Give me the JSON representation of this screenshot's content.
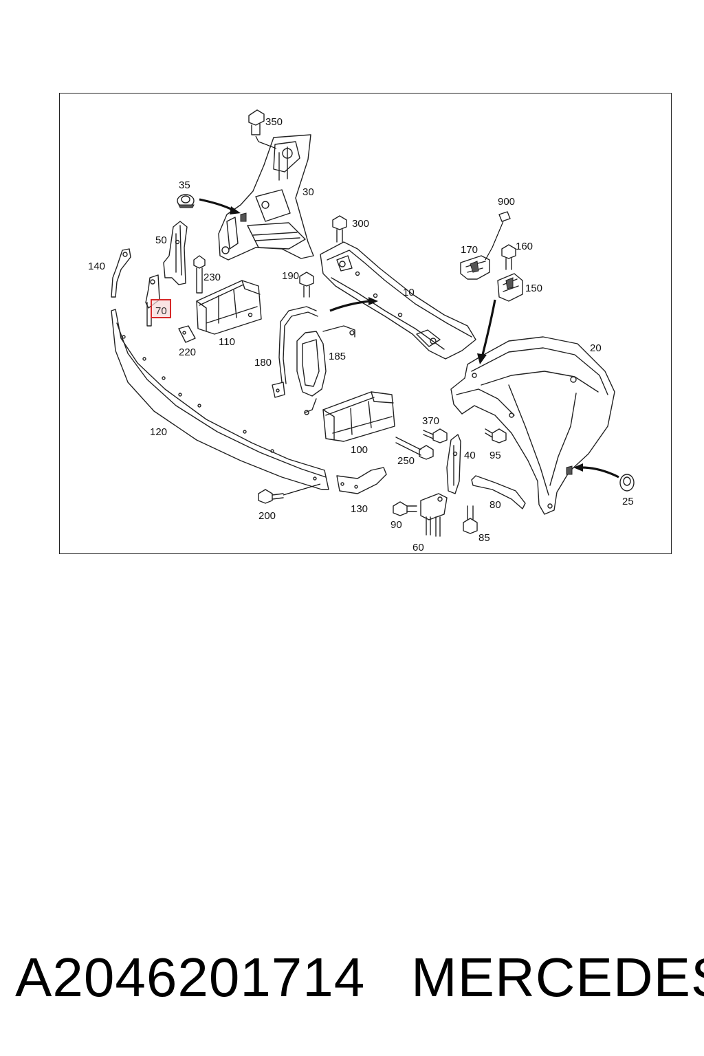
{
  "diagram": {
    "highlighted_callout": "70",
    "highlight_color": "#d62828",
    "callouts": {
      "c350": "350",
      "c30": "30",
      "c35": "35",
      "c50": "50",
      "c140": "140",
      "c230": "230",
      "c70": "70",
      "c220": "220",
      "c110": "110",
      "c300": "300",
      "c190": "190",
      "c10": "10",
      "c900": "900",
      "c170": "170",
      "c160": "160",
      "c150": "150",
      "c20": "20",
      "c180": "180",
      "c185": "185",
      "c120": "120",
      "c370": "370",
      "c100": "100",
      "c250": "250",
      "c40": "40",
      "c95": "95",
      "c25": "25",
      "c200": "200",
      "c130": "130",
      "c80": "80",
      "c90": "90",
      "c85": "85",
      "c60": "60"
    }
  },
  "caption": {
    "part_number": "A2046201714",
    "brand": "MERCEDES"
  }
}
